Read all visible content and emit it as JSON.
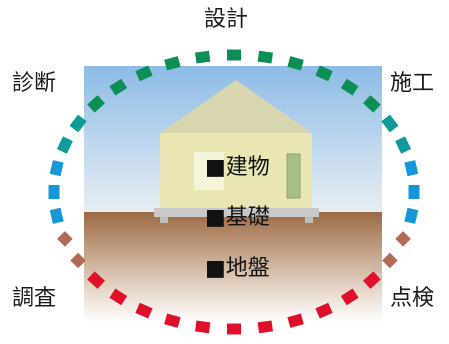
{
  "cycle_labels": {
    "top": "設計",
    "upper_left": "診断",
    "upper_right": "施工",
    "lower_left": "調査",
    "lower_right": "点検"
  },
  "layers": [
    "■建物",
    "■基礎",
    "■地盤"
  ],
  "colors": {
    "sky_top": "#8dbbe6",
    "sky_bottom": "#e9eff3",
    "ground_top": "#9c6a44",
    "ground_bottom": "#ffffff",
    "house_wall": "#e9e6b4",
    "house_roof": "#d8d6b0",
    "foundation": "#c9c9c9",
    "dash_green": "#0b8f55",
    "dash_teal": "#119a9a",
    "dash_blue": "#1596d6",
    "dash_brown": "#b06a55",
    "dash_red": "#e0102a"
  }
}
